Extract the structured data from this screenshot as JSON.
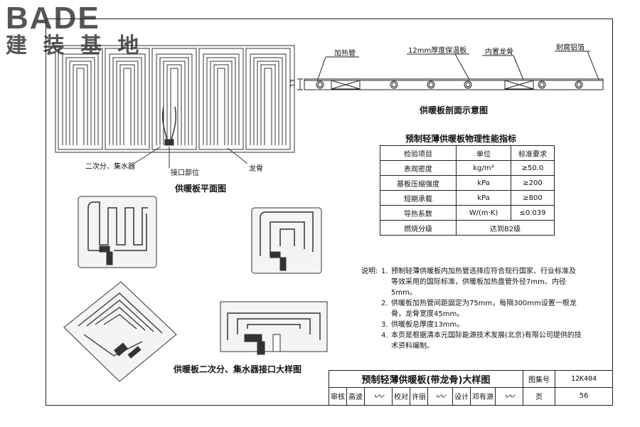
{
  "logo": {
    "brand": "BADE",
    "subtitle": "建 装 基 地"
  },
  "plan": {
    "caption": "供暖板平面图",
    "callouts": [
      "二次分、集水器",
      "接口部位",
      "龙骨"
    ]
  },
  "section": {
    "caption": "供暖板剖面示意图",
    "labels": [
      "加热管",
      "12mm厚度保温板",
      "内置龙骨",
      "耐腐铝箔"
    ],
    "dimension": "13"
  },
  "detail": {
    "caption": "供暖板二次分、集水器接口大样图"
  },
  "spec_table": {
    "title": "预制轻薄供暖板物理性能指标",
    "headers": [
      "检验项目",
      "单位",
      "标准要求"
    ],
    "rows": [
      [
        "表观密度",
        "kg/m³",
        "≥50.0"
      ],
      [
        "基板压缩强度",
        "kPa",
        "≥200"
      ],
      [
        "短期承载",
        "kPa",
        "≥800"
      ],
      [
        "导热系数",
        "W/(m·K)",
        "≤0.039"
      ]
    ],
    "last_row": {
      "item": "燃烧分级",
      "value": "达到B2级"
    }
  },
  "notes": {
    "label": "说明:",
    "items": [
      {
        "num": "1.",
        "text": "预制轻薄供暖板内加热管选择应符合现行国家、行业标准及等效采用的国际标准，供暖板加热盘管外径7mm、内径5mm。"
      },
      {
        "num": "2.",
        "text": "供暖板加热管间距固定为75mm，每隔300mm设置一根龙骨，龙骨宽度45mm。"
      },
      {
        "num": "3.",
        "text": "供暖板总厚度13mm。"
      },
      {
        "num": "4.",
        "text": "本页是根据清本元国际能源技术发展(北京)有限公司提供的技术资料编制。"
      }
    ]
  },
  "title_block": {
    "title": "预制轻薄供暖板(带龙骨)大样图",
    "atlas_label": "图集号",
    "atlas_no": "12K404",
    "page_label": "页",
    "page_no": "56",
    "sign_row": [
      "审核",
      "高波",
      "",
      "校对",
      "许丽",
      "",
      "设计",
      "邓有源",
      ""
    ]
  }
}
